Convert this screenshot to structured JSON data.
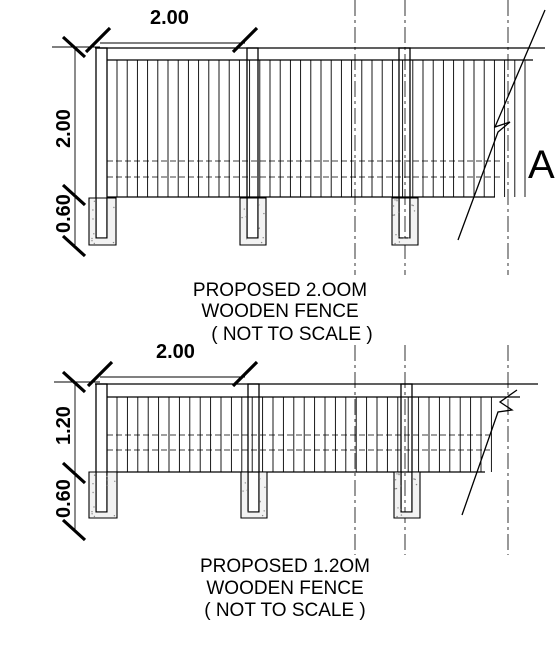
{
  "section_letter": "A",
  "fence_upper": {
    "spacing_label": "2.00",
    "height_label": "2.00",
    "footing_label": "0.60",
    "caption": [
      "PROPOSED 2.OOM",
      "WOODEN FENCE",
      "( NOT TO SCALE )"
    ]
  },
  "fence_lower": {
    "spacing_label": "2.00",
    "height_label": "1.20",
    "footing_label": "0.60",
    "caption": [
      "PROPOSED 1.2OM",
      "WOODEN FENCE",
      "( NOT TO SCALE )"
    ]
  }
}
